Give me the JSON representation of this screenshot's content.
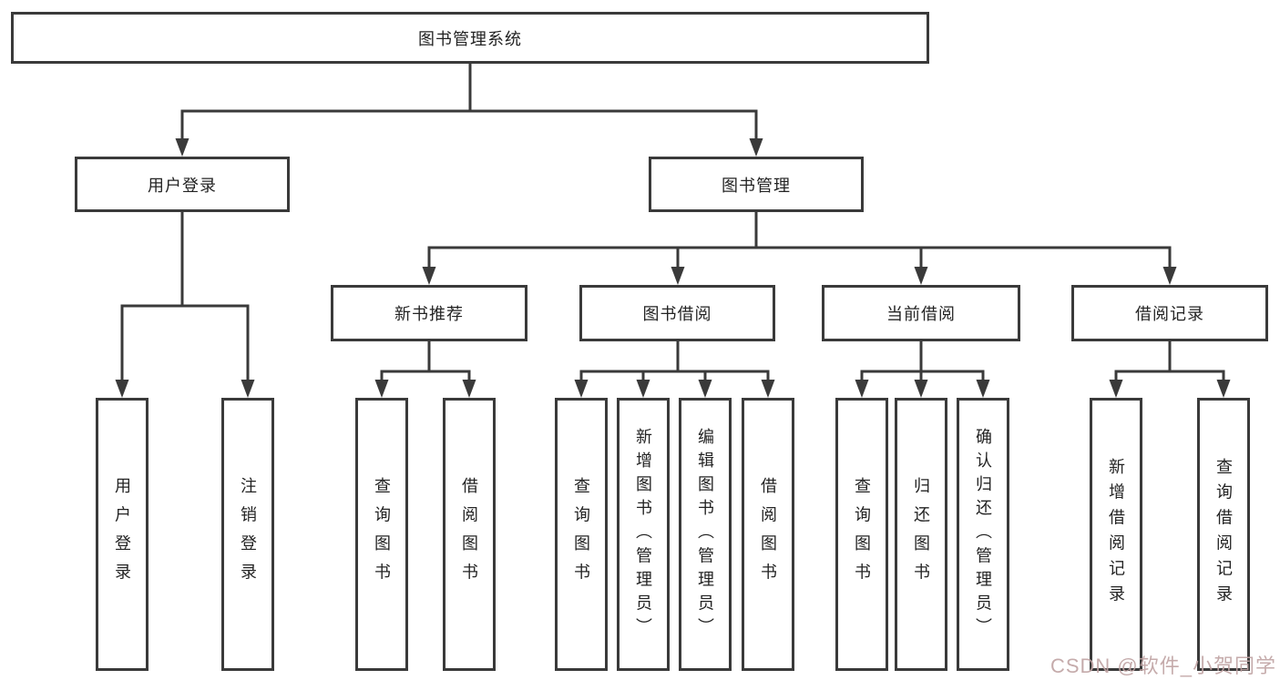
{
  "diagram": {
    "type": "hierarchy-tree",
    "colors": {
      "line": "#3a3a3a",
      "box_border": "#3a3a3a",
      "box_fill": "#ffffff",
      "text": "#232323",
      "watermark": "#bfa3a3"
    }
  },
  "tree": {
    "root": {
      "label": "图书管理系统",
      "children": [
        {
          "label": "用户登录",
          "children": [
            {
              "label": "用户登录"
            },
            {
              "label": "注销登录"
            }
          ]
        },
        {
          "label": "图书管理",
          "children": [
            {
              "label": "新书推荐",
              "children": [
                {
                  "label": "查询图书"
                },
                {
                  "label": "借阅图书"
                }
              ]
            },
            {
              "label": "图书借阅",
              "children": [
                {
                  "label": "查询图书"
                },
                {
                  "label": "新增图书（管理员）"
                },
                {
                  "label": "编辑图书（管理员）"
                },
                {
                  "label": "借阅图书"
                }
              ]
            },
            {
              "label": "当前借阅",
              "children": [
                {
                  "label": "查询图书"
                },
                {
                  "label": "归还图书"
                },
                {
                  "label": "确认归还（管理员）"
                }
              ]
            },
            {
              "label": "借阅记录",
              "children": [
                {
                  "label": "新增借阅记录"
                },
                {
                  "label": "查询借阅记录"
                }
              ]
            }
          ]
        }
      ]
    }
  },
  "watermark": {
    "text": "CSDN @软件_小贺同学"
  }
}
